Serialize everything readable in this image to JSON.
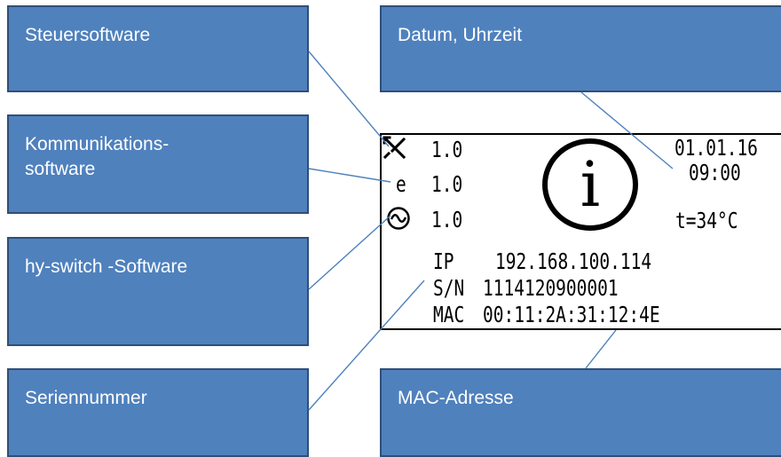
{
  "callouts": {
    "steuersoftware": "Steuersoftware",
    "kommunikationssoftware": "Kommunikations-\nsoftware",
    "hyswitch": "hy-switch -Software",
    "seriennummer": "Seriennummer",
    "datum_uhrzeit": "Datum, Uhrzeit",
    "mac_adresse": "MAC-Adresse"
  },
  "display": {
    "versions": [
      {
        "icon": "tools-icon",
        "value": "1.0"
      },
      {
        "icon": "e-icon",
        "symbol": "e",
        "value": "1.0"
      },
      {
        "icon": "sine-wave-icon",
        "value": "1.0"
      }
    ],
    "info_symbol": "i",
    "date": "01.01.16",
    "time": "09:00",
    "temperature": "t=34°C",
    "ip_label": "IP",
    "ip_value": "192.168.100.114",
    "sn_label": "S/N",
    "sn_value": "1114120900001",
    "mac_label": "MAC",
    "mac_value": "00:11:2A:31:12:4E"
  },
  "colors": {
    "callout_fill": "#4f81bd",
    "callout_border": "#2f4f77",
    "leader_line": "#4f81bd"
  }
}
